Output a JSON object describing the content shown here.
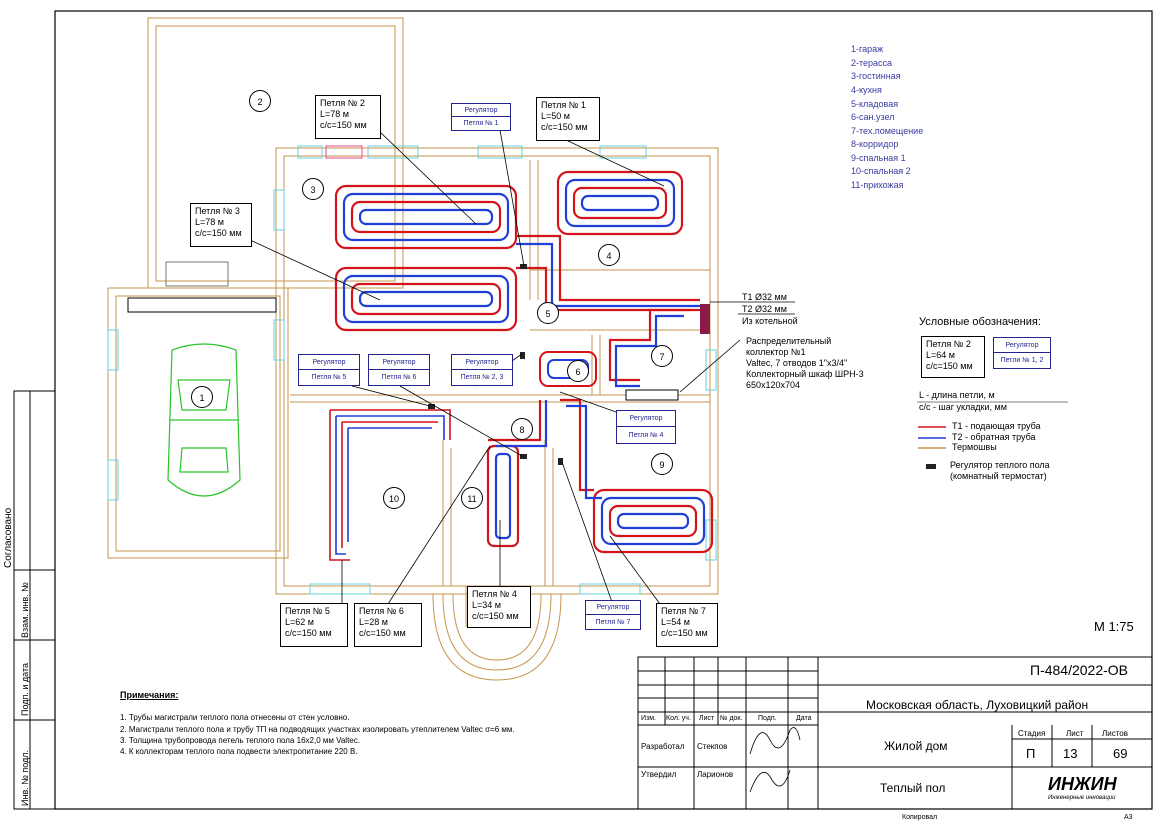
{
  "sheet": {
    "code": "П-484/2022-ОВ",
    "region": "Московская область, Луховицкий район",
    "object": "Жилой дом",
    "section": "Теплый пол",
    "scale": "М 1:75",
    "stage_header": "Стадия",
    "sheet_header": "Лист",
    "sheets_header": "Листов",
    "stage": "П",
    "sheet_no": "13",
    "sheets_total": "69",
    "copied": "Копировал",
    "format": "А3",
    "logo": "ИНЖИН",
    "logo_sub": "Инженерные инновации"
  },
  "titleblock": {
    "columns": [
      "Изм.",
      "Кол. уч.",
      "Лист",
      "№ док.",
      "Подп.",
      "Дата"
    ],
    "developed_label": "Разработал",
    "developed_name": "Стекпов",
    "approved_label": "Утвердил",
    "approved_name": "Ларионов"
  },
  "side_stamp": {
    "agreed": "Согласовано",
    "replace_inv": "Взам. инв. №",
    "sign_date": "Подп. и дата",
    "inv_orig": "Инв. № подл."
  },
  "rooms_legend": [
    "1-гараж",
    "2-терасса",
    "3-гостинная",
    "4-кухня",
    "5-кладовая",
    "6-сан.узел",
    "7-тех.помещение",
    "8-корридор",
    "9-спальная 1",
    "10-спальная 2",
    "11-прихожая"
  ],
  "symbols": {
    "title": "Условные обозначения:",
    "sample_loop": [
      "Петля № 2",
      "L=64 м",
      "с/с=150 мм"
    ],
    "sample_reg": [
      "Регулятор",
      "Петли № 1, 2"
    ],
    "l_desc": "L - длина петли, м",
    "cc_desc": "с/с - шаг укладки, мм",
    "t1": "Т1 - подающая труба",
    "t2": "Т2 - обратная труба",
    "thermo": "Термошвы",
    "reg_label": "Регулятор теплого пола",
    "reg_label2": "(комнатный термостат)"
  },
  "notes": {
    "title": "Примечания:",
    "items": [
      "1.    Трубы магистрали теплого пола отнесены от стен условно.",
      "2.    Магистрали теплого пола и трубу ТП на подводящих участках изолировать утеплителем Valtec σ=6 мм.",
      "3.    Толщина трубопровода петель теплого пола 16х2,0 мм Valtec.",
      "4.    К коллекторам теплого пола подвести электропитание 220 В."
    ]
  },
  "loops": [
    {
      "id": "loop1",
      "lines": [
        "Петля № 1",
        "L=50 м",
        "с/с=150 мм"
      ]
    },
    {
      "id": "loop2",
      "lines": [
        "Петля № 2",
        "L=78 м",
        "с/с=150 мм"
      ]
    },
    {
      "id": "loop3",
      "lines": [
        "Петля № 3",
        "L=78 м",
        "с/с=150 мм"
      ]
    },
    {
      "id": "loop4",
      "lines": [
        "Петля № 4",
        "L=34 м",
        "с/с=150 мм"
      ]
    },
    {
      "id": "loop5",
      "lines": [
        "Петля № 5",
        "L=62 м",
        "с/с=150 мм"
      ]
    },
    {
      "id": "loop6",
      "lines": [
        "Петля № 6",
        "L=28 м",
        "с/с=150 мм"
      ]
    },
    {
      "id": "loop7",
      "lines": [
        "Петля № 7",
        "L=54 м",
        "с/с=150 мм"
      ]
    }
  ],
  "regulators": [
    {
      "id": "r1",
      "title": "Регулятор",
      "loop": "Петля № 1"
    },
    {
      "id": "r5",
      "title": "Регулятор",
      "loop": "Петля № 5"
    },
    {
      "id": "r6",
      "title": "Регулятор",
      "loop": "Петля № 6"
    },
    {
      "id": "r23",
      "title": "Регулятор",
      "loop": "Петля № 2, 3"
    },
    {
      "id": "r4",
      "title": "Регулятор",
      "loop": "Петля № 4"
    },
    {
      "id": "r7",
      "title": "Регулятор",
      "loop": "Петля № 7"
    }
  ],
  "collector": {
    "t1": "Т1 Ø32 мм",
    "t2": "Т2 Ø32 мм",
    "from": "Из котельной",
    "l1": "Распределительный",
    "l2": "коллектор №1",
    "l3": "Valtec, 7 отводов 1\"х3/4\"",
    "l4": "Коллекторный шкаф ШРН-3",
    "l5": "650х120х704"
  },
  "room_numbers": [
    "1",
    "2",
    "3",
    "4",
    "5",
    "6",
    "7",
    "8",
    "9",
    "10",
    "11"
  ],
  "colors": {
    "supply": "#d4141b",
    "return": "#1f3fd6",
    "wall": "#c7954f",
    "car": "#29c429",
    "legend": "#3a3aa0"
  }
}
